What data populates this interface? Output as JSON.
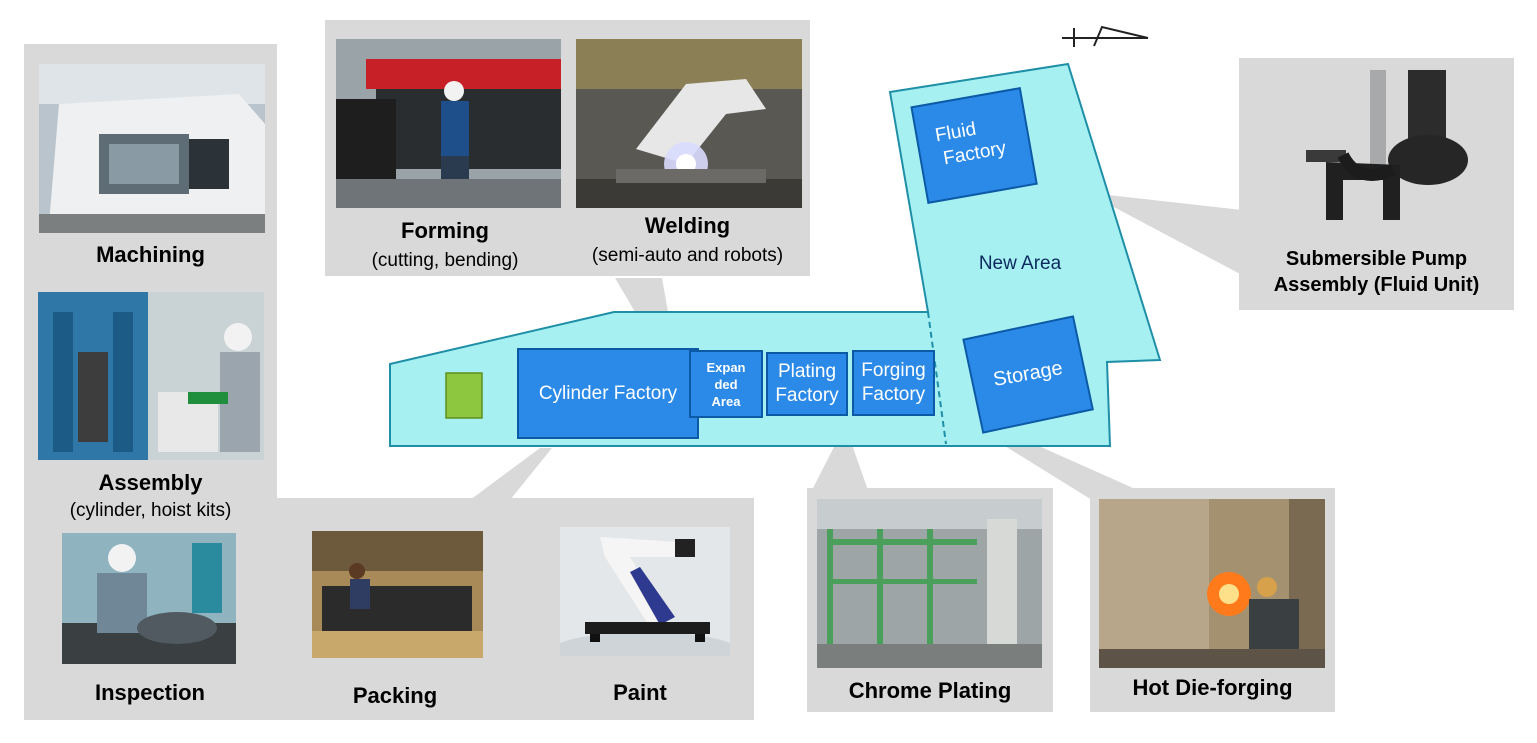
{
  "colors": {
    "panel": "#d9d9d9",
    "site_fill": "#a6f0f2",
    "site_stroke": "#1f8fa7",
    "factory_fill": "#2b8ae8",
    "factory_stroke": "#0c5aa6",
    "marker": "#8dc63f"
  },
  "north_arrow_icon": "north-arrow-icon",
  "processes": {
    "machining": "Machining",
    "assembly": "Assembly",
    "assembly_sub": "(cylinder, hoist kits)",
    "inspection": "Inspection",
    "packing": "Packing",
    "paint": "Paint",
    "forming": "Forming",
    "forming_sub": "(cutting, bending)",
    "welding": "Welding",
    "welding_sub": "(semi-auto and robots)",
    "chrome_plating": "Chrome Plating",
    "hot_die_forging": "Hot Die-forging",
    "pump_line1": "Submersible Pump",
    "pump_line2": "Assembly (Fluid Unit)"
  },
  "plan": {
    "cylinder_factory": "Cylinder Factory",
    "expanded_l1": "Expan",
    "expanded_l2": "ded",
    "expanded_l3": "Area",
    "plating_l1": "Plating",
    "plating_l2": "Factory",
    "forging_l1": "Forging",
    "forging_l2": "Factory",
    "fluid_l1": "Fluid",
    "fluid_l2": "Factory",
    "new_area": "New Area",
    "storage": "Storage"
  }
}
